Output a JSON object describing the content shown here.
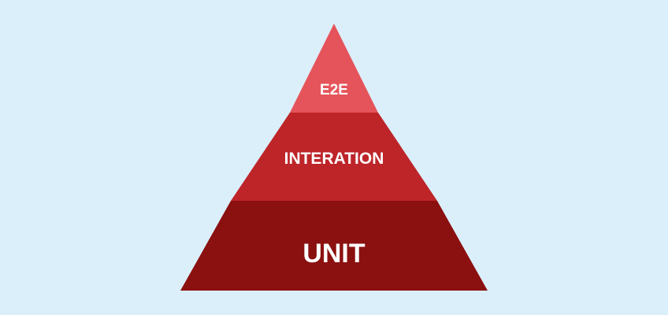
{
  "diagram": {
    "background": "#dbeffb",
    "layers": [
      {
        "label": "E2E",
        "color": "#e5545a"
      },
      {
        "label": "INTERATION",
        "color": "#bd2529"
      },
      {
        "label": "UNIT",
        "color": "#8b1010"
      }
    ]
  }
}
